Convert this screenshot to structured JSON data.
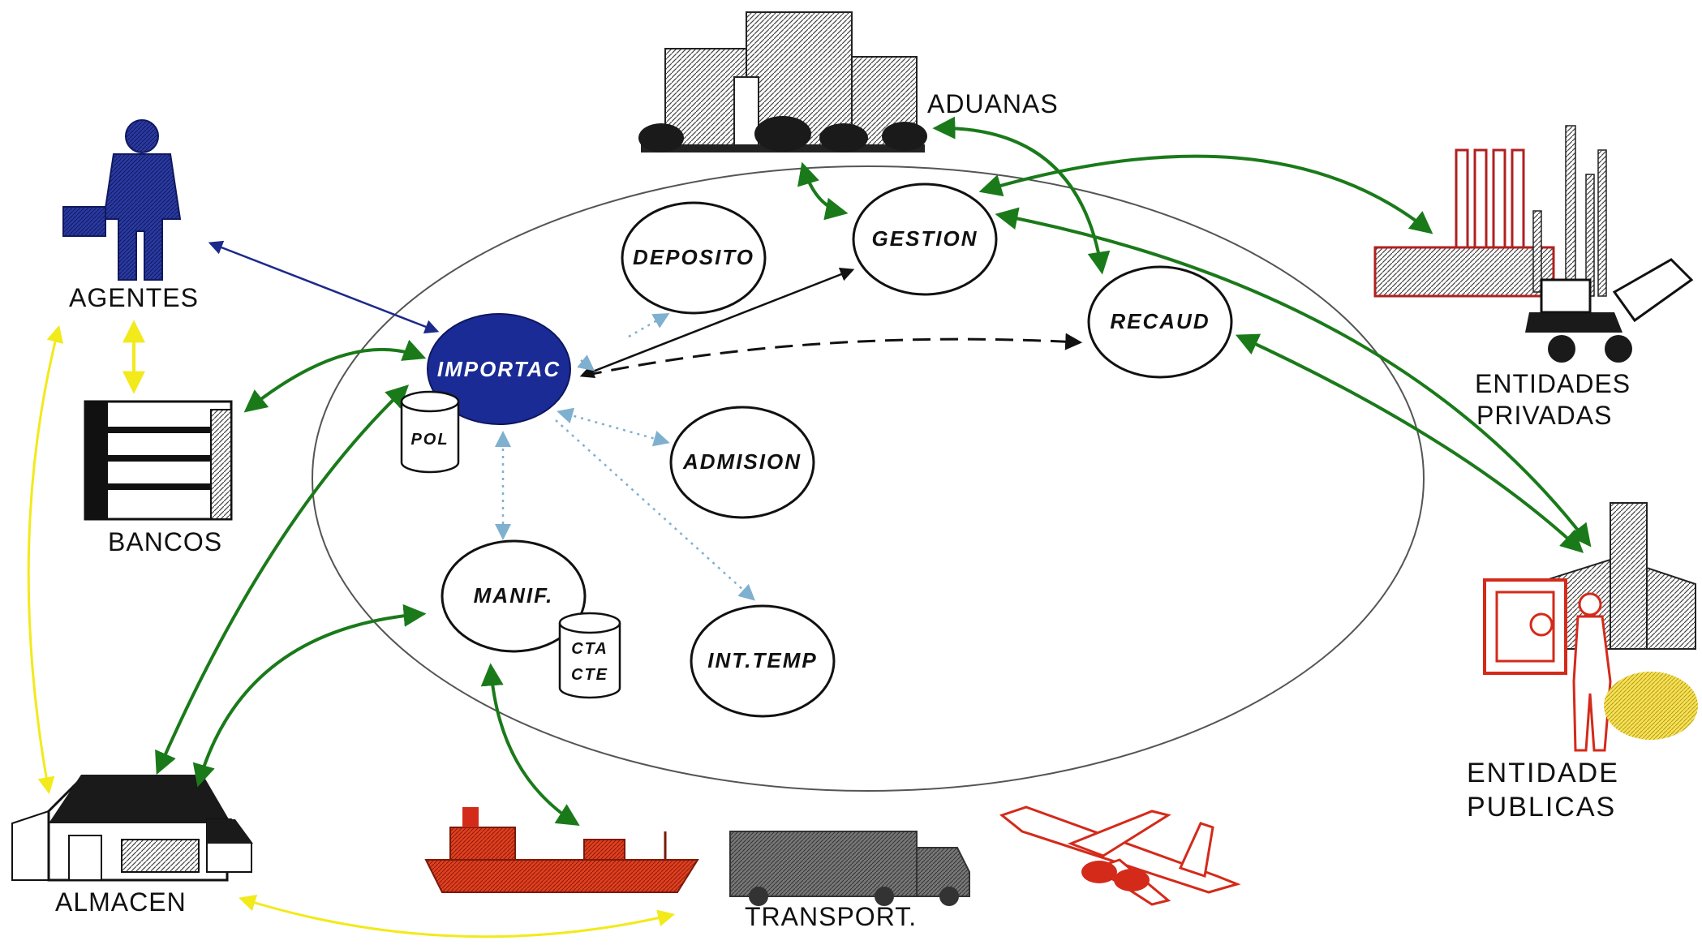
{
  "nodes": {
    "importac": "IMPORTAC",
    "deposito": "DEPOSITO",
    "gestion": "GESTION",
    "recaud": "RECAUD",
    "admision": "ADMISION",
    "manif": "MANIF.",
    "int_temp": "INT.TEMP"
  },
  "databases": {
    "pol": "POL",
    "cta_line1": "CTA",
    "cta_line2": "CTE"
  },
  "entities": {
    "aduanas": "ADUANAS",
    "agentes": "AGENTES",
    "bancos": "BANCOS",
    "almacen": "ALMACEN",
    "transport": "TRANSPORT.",
    "entidades_privadas_line1": "ENTIDADES",
    "entidades_privadas_line2": "PRIVADAS",
    "entidade_publicas_line1": "ENTIDADE",
    "entidade_publicas_line2": "PUBLICAS"
  },
  "colors": {
    "green_link": "#1a7a1a",
    "navy": "#1c2a8c",
    "yellow_link": "#f2ea1a",
    "dotted_blue": "#7fb0d0",
    "red": "#d42a1a",
    "gray": "#6a6a6a"
  }
}
